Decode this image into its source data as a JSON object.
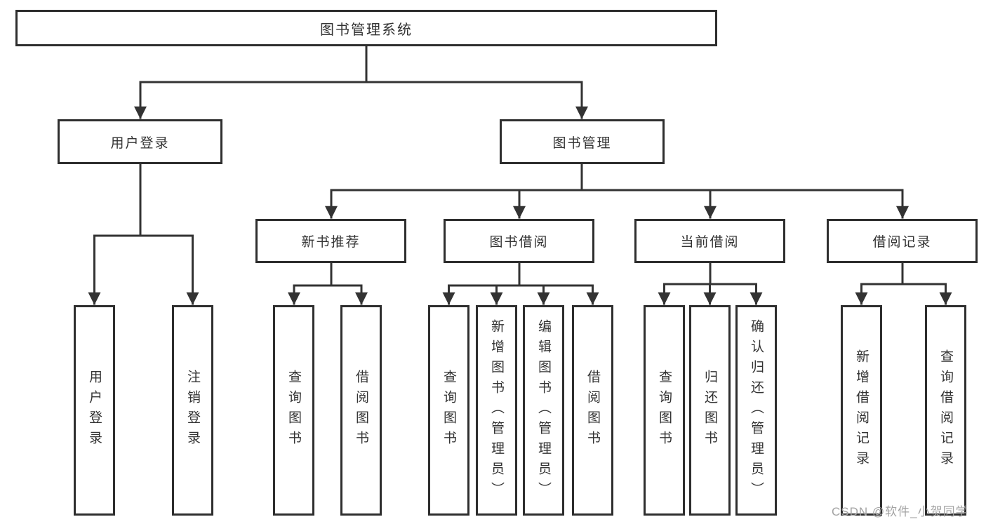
{
  "diagram": {
    "root": {
      "label": "图书管理系统"
    },
    "level2": [
      {
        "label": "用户登录"
      },
      {
        "label": "图书管理"
      }
    ],
    "level3": [
      {
        "label": "新书推荐"
      },
      {
        "label": "图书借阅"
      },
      {
        "label": "当前借阅"
      },
      {
        "label": "借阅记录"
      }
    ],
    "leaves": [
      {
        "label": "用户登录"
      },
      {
        "label": "注销登录"
      },
      {
        "label": "查询图书"
      },
      {
        "label": "借阅图书"
      },
      {
        "label": "查询图书"
      },
      {
        "label": "新增图书（管理员）"
      },
      {
        "label": "编辑图书（管理员）"
      },
      {
        "label": "借阅图书"
      },
      {
        "label": "查询图书"
      },
      {
        "label": "归还图书"
      },
      {
        "label": "确认归还（管理员）"
      },
      {
        "label": "新增借阅记录"
      },
      {
        "label": "查询借阅记录"
      }
    ]
  },
  "watermark": {
    "text": "CSDN @软件_小贺同学"
  },
  "colors": {
    "line": "#333333",
    "border": "#2e2e2e",
    "text": "#333333",
    "watermark": "#a3a3a3",
    "background": "#ffffff"
  }
}
